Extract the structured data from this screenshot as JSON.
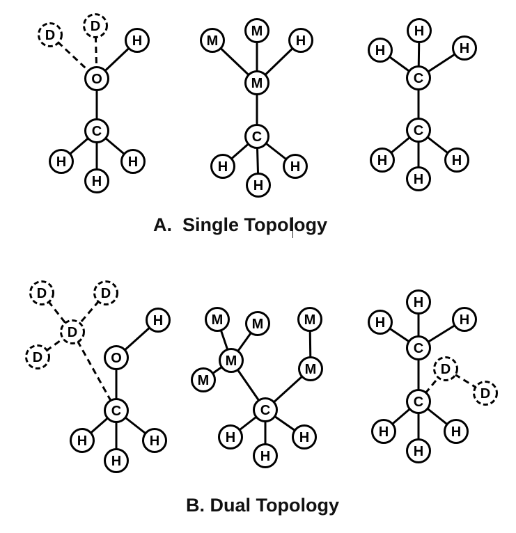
{
  "captions": {
    "single": "A.  Single Topology",
    "dual": "B. Dual Topology"
  },
  "panels": [
    {
      "id": "A1",
      "nodes": [
        {
          "label": "D",
          "dummy": true
        },
        {
          "label": "D",
          "dummy": true
        },
        {
          "label": "H"
        },
        {
          "label": "O"
        },
        {
          "label": "C"
        },
        {
          "label": "H"
        },
        {
          "label": "H"
        },
        {
          "label": "H"
        }
      ],
      "edges": [
        [
          0,
          3,
          "dashed"
        ],
        [
          1,
          3,
          "dashed"
        ],
        [
          2,
          3,
          "solid"
        ],
        [
          3,
          4,
          "solid"
        ],
        [
          4,
          5,
          "solid"
        ],
        [
          4,
          6,
          "solid"
        ],
        [
          4,
          7,
          "solid"
        ]
      ]
    },
    {
      "id": "A2",
      "nodes": [
        {
          "label": "M"
        },
        {
          "label": "M"
        },
        {
          "label": "H"
        },
        {
          "label": "M"
        },
        {
          "label": "C"
        },
        {
          "label": "H"
        },
        {
          "label": "H"
        },
        {
          "label": "H"
        }
      ],
      "edges": [
        [
          0,
          3,
          "solid"
        ],
        [
          1,
          3,
          "solid"
        ],
        [
          2,
          3,
          "solid"
        ],
        [
          3,
          4,
          "solid"
        ],
        [
          4,
          5,
          "solid"
        ],
        [
          4,
          6,
          "solid"
        ],
        [
          4,
          7,
          "solid"
        ]
      ]
    },
    {
      "id": "A3",
      "nodes": [
        {
          "label": "H"
        },
        {
          "label": "H"
        },
        {
          "label": "H"
        },
        {
          "label": "C"
        },
        {
          "label": "C"
        },
        {
          "label": "H"
        },
        {
          "label": "H"
        },
        {
          "label": "H"
        }
      ],
      "edges": [
        [
          0,
          3,
          "solid"
        ],
        [
          1,
          3,
          "solid"
        ],
        [
          2,
          3,
          "solid"
        ],
        [
          3,
          4,
          "solid"
        ],
        [
          4,
          5,
          "solid"
        ],
        [
          4,
          6,
          "solid"
        ],
        [
          4,
          7,
          "solid"
        ]
      ]
    },
    {
      "id": "B1",
      "nodes": [
        {
          "label": "D",
          "dummy": true
        },
        {
          "label": "D",
          "dummy": true
        },
        {
          "label": "D",
          "dummy": true
        },
        {
          "label": "D",
          "dummy": true
        },
        {
          "label": "H"
        },
        {
          "label": "O"
        },
        {
          "label": "C"
        },
        {
          "label": "H"
        },
        {
          "label": "H"
        },
        {
          "label": "H"
        }
      ],
      "edges": [
        [
          0,
          2,
          "dashed"
        ],
        [
          1,
          2,
          "dashed"
        ],
        [
          3,
          2,
          "dashed"
        ],
        [
          2,
          6,
          "dashed"
        ],
        [
          4,
          5,
          "solid"
        ],
        [
          5,
          6,
          "solid"
        ],
        [
          6,
          7,
          "solid"
        ],
        [
          6,
          8,
          "solid"
        ],
        [
          6,
          9,
          "solid"
        ]
      ]
    },
    {
      "id": "B2",
      "nodes": [
        {
          "label": "M"
        },
        {
          "label": "M"
        },
        {
          "label": "M"
        },
        {
          "label": "M"
        },
        {
          "label": "M"
        },
        {
          "label": "M"
        },
        {
          "label": "C"
        },
        {
          "label": "H"
        },
        {
          "label": "H"
        },
        {
          "label": "H"
        }
      ],
      "edges": [
        [
          0,
          3,
          "solid"
        ],
        [
          1,
          3,
          "solid"
        ],
        [
          4,
          3,
          "solid"
        ],
        [
          3,
          6,
          "solid"
        ],
        [
          2,
          5,
          "solid"
        ],
        [
          5,
          6,
          "solid"
        ],
        [
          6,
          7,
          "solid"
        ],
        [
          6,
          8,
          "solid"
        ],
        [
          6,
          9,
          "solid"
        ]
      ]
    },
    {
      "id": "B3",
      "nodes": [
        {
          "label": "H"
        },
        {
          "label": "H"
        },
        {
          "label": "H"
        },
        {
          "label": "C"
        },
        {
          "label": "D",
          "dummy": true
        },
        {
          "label": "D",
          "dummy": true
        },
        {
          "label": "C"
        },
        {
          "label": "H"
        },
        {
          "label": "H"
        },
        {
          "label": "H"
        }
      ],
      "edges": [
        [
          0,
          3,
          "solid"
        ],
        [
          1,
          3,
          "solid"
        ],
        [
          2,
          3,
          "solid"
        ],
        [
          3,
          6,
          "solid"
        ],
        [
          6,
          4,
          "dashed"
        ],
        [
          4,
          5,
          "dashed"
        ],
        [
          6,
          7,
          "solid"
        ],
        [
          6,
          8,
          "solid"
        ],
        [
          6,
          9,
          "solid"
        ]
      ]
    }
  ]
}
